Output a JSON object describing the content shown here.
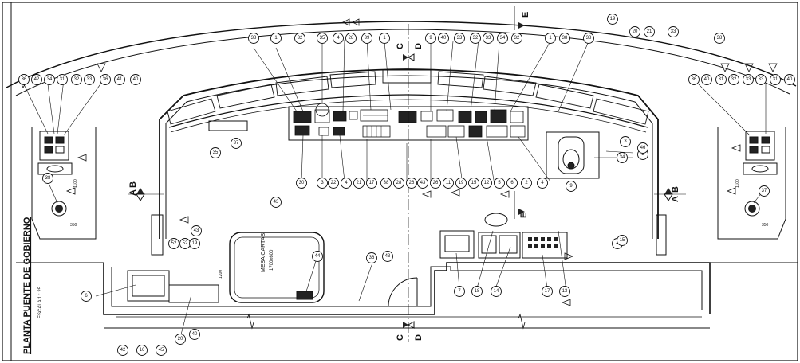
{
  "title": {
    "main": "PLANTA PUENTE DE GOBIERNO",
    "scale": "ESCALA 1 : 25"
  },
  "section_marks": {
    "a": "A",
    "b": "B",
    "c": "C",
    "d": "D",
    "e": "E"
  },
  "table_label": {
    "line1": "MESA CARTAS",
    "line2": "1700x600"
  },
  "dimension_labels": {
    "left_1100": "1100",
    "left_350": "350",
    "right_1100": "1100",
    "right_350": "350",
    "table_height": "1200"
  },
  "callouts": [
    "36",
    "42",
    "34",
    "31",
    "32",
    "33",
    "36",
    "41",
    "40",
    "38",
    "1",
    "32",
    "35",
    "4",
    "28",
    "39",
    "1",
    "9",
    "40",
    "33",
    "32",
    "33",
    "34",
    "32",
    "1",
    "38",
    "38",
    "19",
    "20",
    "21",
    "33",
    "38",
    "36",
    "40",
    "31",
    "32",
    "33",
    "33",
    "31",
    "40",
    "37",
    "35",
    "30",
    "3",
    "22",
    "4",
    "21",
    "17",
    "38",
    "28",
    "26",
    "43",
    "26",
    "11",
    "19",
    "15",
    "12",
    "5",
    "6",
    "2",
    "4",
    "9",
    "3",
    "34",
    "43",
    "43",
    "38",
    "37",
    "52",
    "52",
    "4",
    "6",
    "20",
    "44",
    "36",
    "43",
    "7",
    "18",
    "14",
    "17",
    "13",
    "40",
    "3",
    "46",
    "19",
    "15",
    "42",
    "16",
    "45"
  ],
  "colors": {
    "ink": "#111111",
    "background": "#ffffff"
  }
}
